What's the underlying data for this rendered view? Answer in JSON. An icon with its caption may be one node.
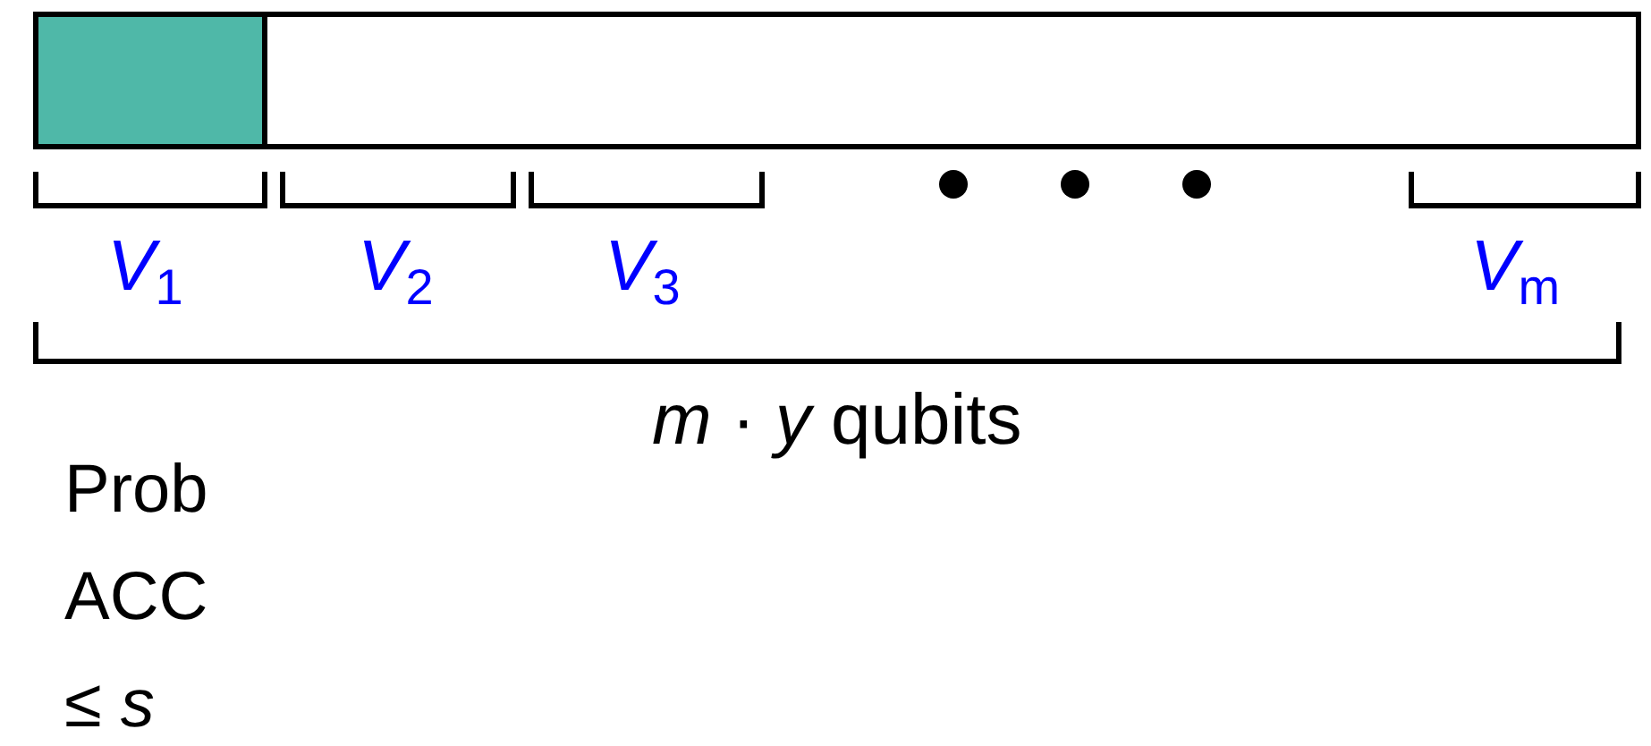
{
  "diagram": {
    "labels": [
      "*V*$_{1}$",
      "*V*$_{2}$",
      "*V*$_{3}$",
      "*V*$_{m}$",
      "*m* · *y* qubits",
      "Prob ACC ≤ *s*"
    ]
  }
}
